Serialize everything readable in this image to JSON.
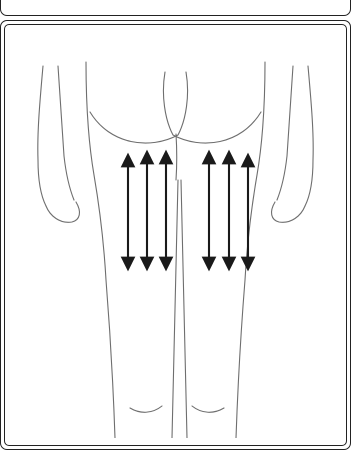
{
  "figure": {
    "subject": "back-of-thighs",
    "arrow_count_per_leg": 3,
    "arrow_direction": "bidirectional-vertical",
    "colors": {
      "outline": "#6e6e6e",
      "arrow": "#1a1a1a",
      "frame": "#222222",
      "background": "#ffffff"
    }
  }
}
